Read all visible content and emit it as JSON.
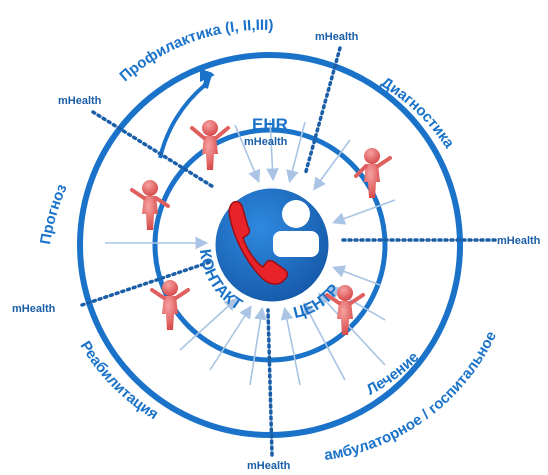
{
  "outer_labels": {
    "prophylaxis": "Профилактика (I, II,III)",
    "diagnostics": "Диагностика",
    "treatment_line1": "Лечение",
    "treatment_line2": "амбулаторное / госпитальное",
    "rehabilitation": "Реабилитация",
    "prognosis": "Прогноз"
  },
  "mhealth": {
    "top": "mHealth",
    "top_left": "mHealth",
    "right": "mHealth",
    "left": "mHealth",
    "bottom": "mHealth",
    "ehr_sub": "mHealth"
  },
  "center": {
    "ehr": "EHR",
    "contact_word": "КОНТАКТ",
    "center_word": "ЦЕНТР"
  },
  "colors": {
    "ring": "#1a73c9",
    "hub": "#1a6fc4",
    "dots": "#1a5ea8",
    "arrows": "#a9c4e4",
    "phone": "#e8242a",
    "person": "#e86a6a"
  },
  "icons": [
    "phone-icon",
    "user-icon",
    "person-icon"
  ]
}
